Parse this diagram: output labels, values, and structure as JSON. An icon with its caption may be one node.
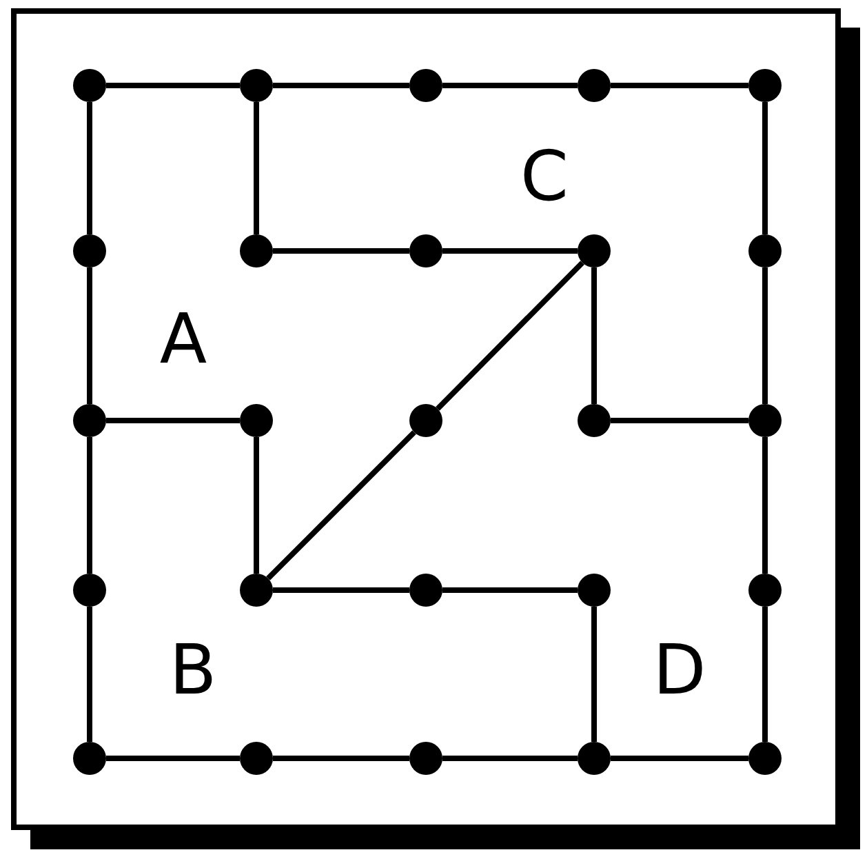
{
  "diagram": {
    "nodes": [
      {
        "text": [],
        "shape": "circle"
      },
      {
        "text": [],
        "shape": "circle"
      },
      {
        "text": [],
        "shape": "circle"
      },
      {
        "text": [],
        "shape": "circle"
      },
      {
        "text": [],
        "shape": "circle"
      },
      {
        "text": [],
        "shape": "circle"
      },
      {
        "text": [],
        "shape": "circle"
      },
      {
        "text": [],
        "shape": "circle"
      },
      {
        "text": [],
        "shape": "circle"
      },
      {
        "text": [],
        "shape": "circle"
      },
      {
        "text": [],
        "shape": "circle"
      },
      {
        "text": [],
        "shape": "circle"
      },
      {
        "text": [],
        "shape": "circle"
      },
      {
        "text": [],
        "shape": "circle"
      },
      {
        "text": [],
        "shape": "circle"
      },
      {
        "text": [],
        "shape": "circle"
      },
      {
        "text": [],
        "shape": "circle"
      },
      {
        "text": [],
        "shape": "circle"
      },
      {
        "text": [],
        "shape": "circle"
      },
      {
        "text": [],
        "shape": "circle"
      },
      {
        "text": [],
        "shape": "circle"
      },
      {
        "text": [],
        "shape": "circle"
      },
      {
        "text": [],
        "shape": "circle"
      },
      {
        "text": [],
        "shape": "circle"
      },
      {
        "text": [],
        "shape": "circle"
      }
    ],
    "edges": [
      {
        "from": 0,
        "to": 1,
        "arrow": "none"
      },
      {
        "from": 1,
        "to": 2,
        "arrow": "none"
      },
      {
        "from": 2,
        "to": 3,
        "arrow": "none"
      },
      {
        "from": 3,
        "to": 4,
        "arrow": "none"
      },
      {
        "from": 4,
        "to": 9,
        "arrow": "none"
      },
      {
        "from": 9,
        "to": 14,
        "arrow": "none"
      },
      {
        "from": 14,
        "to": 19,
        "arrow": "none"
      },
      {
        "from": 19,
        "to": 24,
        "arrow": "none"
      },
      {
        "from": 20,
        "to": 21,
        "arrow": "none"
      },
      {
        "from": 21,
        "to": 22,
        "arrow": "none"
      },
      {
        "from": 22,
        "to": 23,
        "arrow": "none"
      },
      {
        "from": 23,
        "to": 24,
        "arrow": "none"
      },
      {
        "from": 0,
        "to": 5,
        "arrow": "none"
      },
      {
        "from": 5,
        "to": 10,
        "arrow": "none"
      },
      {
        "from": 10,
        "to": 15,
        "arrow": "none"
      },
      {
        "from": 15,
        "to": 20,
        "arrow": "none"
      },
      {
        "from": 1,
        "to": 6,
        "arrow": "none"
      },
      {
        "from": 6,
        "to": 7,
        "arrow": "none"
      },
      {
        "from": 7,
        "to": 8,
        "arrow": "none"
      },
      {
        "from": 8,
        "to": 12,
        "arrow": "none"
      },
      {
        "from": 12,
        "to": 16,
        "arrow": "none"
      },
      {
        "from": 8,
        "to": 13,
        "arrow": "none"
      },
      {
        "from": 13,
        "to": 14,
        "arrow": "none"
      },
      {
        "from": 10,
        "to": 11,
        "arrow": "none"
      },
      {
        "from": 11,
        "to": 16,
        "arrow": "none"
      },
      {
        "from": 16,
        "to": 17,
        "arrow": "none"
      },
      {
        "from": 17,
        "to": 18,
        "arrow": "none"
      },
      {
        "from": 18,
        "to": 23,
        "arrow": "none"
      }
    ],
    "labels": [
      "C",
      "A",
      "B",
      "D"
    ]
  }
}
